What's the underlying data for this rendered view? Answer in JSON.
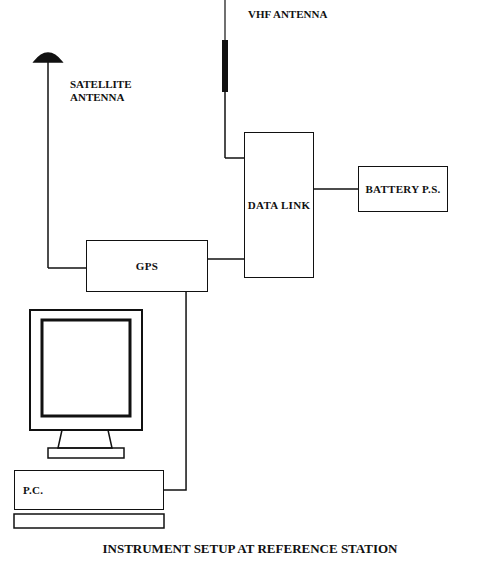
{
  "diagram": {
    "caption": "INSTRUMENT SETUP AT REFERENCE STATION",
    "nodes": [
      {
        "text": [
          "GPS"
        ]
      },
      {
        "text": [
          "DATA LINK"
        ]
      },
      {
        "text": [
          "BATTERY P.S."
        ]
      },
      {
        "text": [
          "P.C."
        ]
      }
    ],
    "edges": [
      {
        "from": 0,
        "to": 1,
        "arrow": "none"
      },
      {
        "from": 1,
        "to": 2,
        "arrow": "none"
      },
      {
        "from": 0,
        "to": 3,
        "arrow": "none"
      }
    ],
    "labels": [
      "SATELLITE ANTENNA",
      "VHF ANTENNA"
    ]
  }
}
